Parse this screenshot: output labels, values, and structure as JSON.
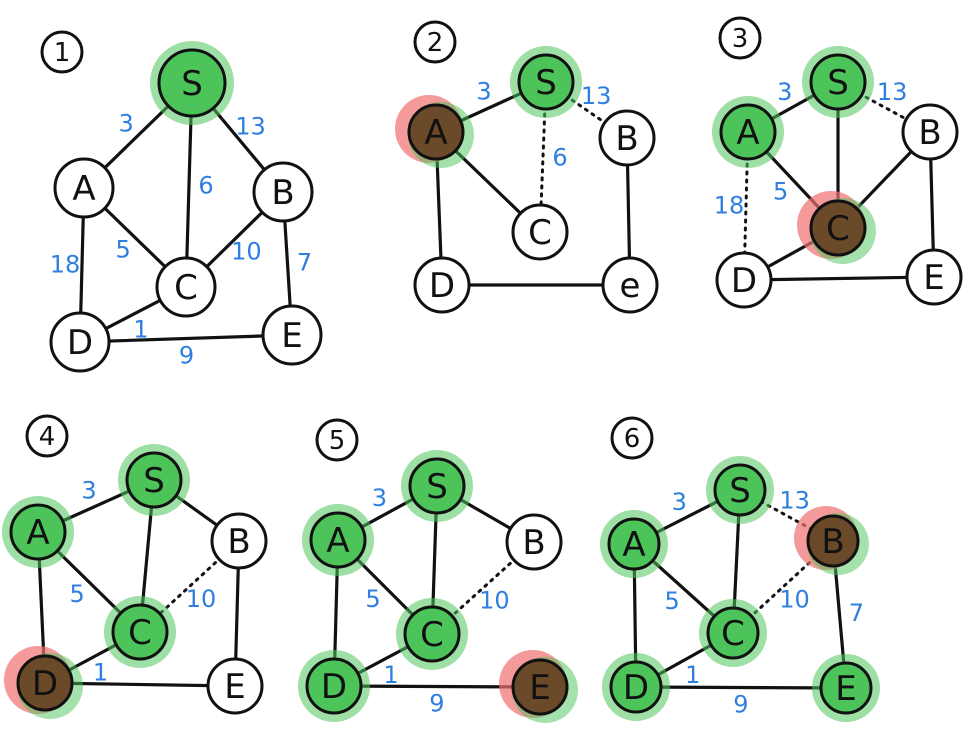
{
  "colors": {
    "visited": "#4cc45a",
    "current": "#6b4a2a",
    "current_glow": "#ef6f6f",
    "weight": "#2f7fe0",
    "ink": "#111111"
  },
  "panels": [
    {
      "label": "1",
      "nodes": [
        {
          "id": "S",
          "label": "S",
          "state": "visited"
        },
        {
          "id": "A",
          "label": "A",
          "state": "default"
        },
        {
          "id": "B",
          "label": "B",
          "state": "default"
        },
        {
          "id": "C",
          "label": "C",
          "state": "default"
        },
        {
          "id": "D",
          "label": "D",
          "state": "default"
        },
        {
          "id": "E",
          "label": "E",
          "state": "default"
        }
      ],
      "edges": [
        {
          "from": "S",
          "to": "A",
          "weight": "3",
          "style": "solid"
        },
        {
          "from": "S",
          "to": "B",
          "weight": "13",
          "style": "solid"
        },
        {
          "from": "S",
          "to": "C",
          "weight": "6",
          "style": "solid"
        },
        {
          "from": "A",
          "to": "C",
          "weight": "5",
          "style": "solid"
        },
        {
          "from": "A",
          "to": "D",
          "weight": "18",
          "style": "solid"
        },
        {
          "from": "B",
          "to": "C",
          "weight": "10",
          "style": "solid"
        },
        {
          "from": "B",
          "to": "E",
          "weight": "7",
          "style": "solid"
        },
        {
          "from": "C",
          "to": "D",
          "weight": "1",
          "style": "solid"
        },
        {
          "from": "D",
          "to": "E",
          "weight": "9",
          "style": "solid"
        }
      ]
    },
    {
      "label": "2",
      "nodes": [
        {
          "id": "S",
          "label": "S",
          "state": "visited"
        },
        {
          "id": "A",
          "label": "A",
          "state": "current"
        },
        {
          "id": "B",
          "label": "B",
          "state": "default"
        },
        {
          "id": "C",
          "label": "C",
          "state": "default"
        },
        {
          "id": "D",
          "label": "D",
          "state": "default"
        },
        {
          "id": "E",
          "label": "e",
          "state": "default"
        }
      ],
      "edges": [
        {
          "from": "S",
          "to": "A",
          "weight": "3",
          "style": "solid"
        },
        {
          "from": "S",
          "to": "B",
          "weight": "13",
          "style": "dotted"
        },
        {
          "from": "S",
          "to": "C",
          "weight": "6",
          "style": "dotted"
        },
        {
          "from": "A",
          "to": "C",
          "weight": "",
          "style": "solid"
        },
        {
          "from": "A",
          "to": "D",
          "weight": "",
          "style": "solid"
        },
        {
          "from": "B",
          "to": "E",
          "weight": "",
          "style": "solid"
        },
        {
          "from": "D",
          "to": "E",
          "weight": "",
          "style": "solid"
        }
      ]
    },
    {
      "label": "3",
      "nodes": [
        {
          "id": "S",
          "label": "S",
          "state": "visited"
        },
        {
          "id": "A",
          "label": "A",
          "state": "visited"
        },
        {
          "id": "B",
          "label": "B",
          "state": "default"
        },
        {
          "id": "C",
          "label": "C",
          "state": "current"
        },
        {
          "id": "D",
          "label": "D",
          "state": "default"
        },
        {
          "id": "E",
          "label": "E",
          "state": "default"
        }
      ],
      "edges": [
        {
          "from": "S",
          "to": "A",
          "weight": "3",
          "style": "solid"
        },
        {
          "from": "S",
          "to": "B",
          "weight": "13",
          "style": "dotted"
        },
        {
          "from": "S",
          "to": "C",
          "weight": "",
          "style": "solid"
        },
        {
          "from": "A",
          "to": "C",
          "weight": "5",
          "style": "solid"
        },
        {
          "from": "A",
          "to": "D",
          "weight": "18",
          "style": "dotted"
        },
        {
          "from": "B",
          "to": "C",
          "weight": "",
          "style": "solid"
        },
        {
          "from": "B",
          "to": "E",
          "weight": "",
          "style": "solid"
        },
        {
          "from": "C",
          "to": "D",
          "weight": "",
          "style": "solid"
        },
        {
          "from": "D",
          "to": "E",
          "weight": "",
          "style": "solid"
        }
      ]
    },
    {
      "label": "4",
      "nodes": [
        {
          "id": "S",
          "label": "S",
          "state": "visited"
        },
        {
          "id": "A",
          "label": "A",
          "state": "visited"
        },
        {
          "id": "B",
          "label": "B",
          "state": "default"
        },
        {
          "id": "C",
          "label": "C",
          "state": "visited"
        },
        {
          "id": "D",
          "label": "D",
          "state": "current"
        },
        {
          "id": "E",
          "label": "E",
          "state": "default"
        }
      ],
      "edges": [
        {
          "from": "S",
          "to": "A",
          "weight": "3",
          "style": "solid"
        },
        {
          "from": "S",
          "to": "B",
          "weight": "",
          "style": "solid"
        },
        {
          "from": "S",
          "to": "C",
          "weight": "",
          "style": "solid"
        },
        {
          "from": "A",
          "to": "C",
          "weight": "5",
          "style": "solid"
        },
        {
          "from": "A",
          "to": "D",
          "weight": "",
          "style": "solid"
        },
        {
          "from": "B",
          "to": "C",
          "weight": "10",
          "style": "dotted"
        },
        {
          "from": "B",
          "to": "E",
          "weight": "",
          "style": "solid"
        },
        {
          "from": "C",
          "to": "D",
          "weight": "1",
          "style": "solid"
        },
        {
          "from": "D",
          "to": "E",
          "weight": "",
          "style": "solid"
        }
      ]
    },
    {
      "label": "5",
      "nodes": [
        {
          "id": "S",
          "label": "S",
          "state": "visited"
        },
        {
          "id": "A",
          "label": "A",
          "state": "visited"
        },
        {
          "id": "B",
          "label": "B",
          "state": "default"
        },
        {
          "id": "C",
          "label": "C",
          "state": "visited"
        },
        {
          "id": "D",
          "label": "D",
          "state": "visited"
        },
        {
          "id": "E",
          "label": "E",
          "state": "current"
        }
      ],
      "edges": [
        {
          "from": "S",
          "to": "A",
          "weight": "3",
          "style": "solid"
        },
        {
          "from": "S",
          "to": "B",
          "weight": "",
          "style": "solid"
        },
        {
          "from": "S",
          "to": "C",
          "weight": "",
          "style": "solid"
        },
        {
          "from": "A",
          "to": "C",
          "weight": "5",
          "style": "solid"
        },
        {
          "from": "A",
          "to": "D",
          "weight": "",
          "style": "solid"
        },
        {
          "from": "B",
          "to": "C",
          "weight": "10",
          "style": "dotted"
        },
        {
          "from": "C",
          "to": "D",
          "weight": "1",
          "style": "solid"
        },
        {
          "from": "D",
          "to": "E",
          "weight": "9",
          "style": "solid"
        }
      ]
    },
    {
      "label": "6",
      "nodes": [
        {
          "id": "S",
          "label": "S",
          "state": "visited"
        },
        {
          "id": "A",
          "label": "A",
          "state": "visited"
        },
        {
          "id": "B",
          "label": "B",
          "state": "current"
        },
        {
          "id": "C",
          "label": "C",
          "state": "visited"
        },
        {
          "id": "D",
          "label": "D",
          "state": "visited"
        },
        {
          "id": "E",
          "label": "E",
          "state": "visited"
        }
      ],
      "edges": [
        {
          "from": "S",
          "to": "A",
          "weight": "3",
          "style": "solid"
        },
        {
          "from": "S",
          "to": "B",
          "weight": "13",
          "style": "dotted"
        },
        {
          "from": "S",
          "to": "C",
          "weight": "",
          "style": "solid"
        },
        {
          "from": "A",
          "to": "C",
          "weight": "5",
          "style": "solid"
        },
        {
          "from": "A",
          "to": "D",
          "weight": "",
          "style": "solid"
        },
        {
          "from": "B",
          "to": "C",
          "weight": "10",
          "style": "dotted"
        },
        {
          "from": "B",
          "to": "E",
          "weight": "7",
          "style": "solid"
        },
        {
          "from": "C",
          "to": "D",
          "weight": "1",
          "style": "solid"
        },
        {
          "from": "D",
          "to": "E",
          "weight": "9",
          "style": "solid"
        }
      ]
    }
  ]
}
